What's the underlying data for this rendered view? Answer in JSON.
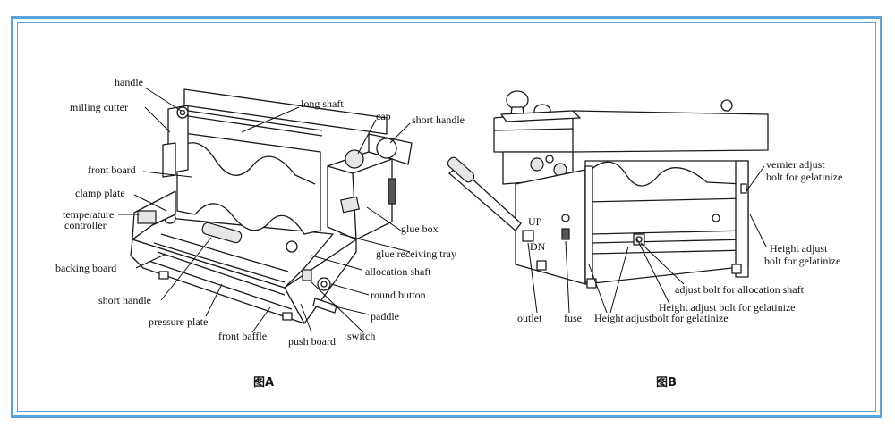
{
  "diagram_a": {
    "caption": "图A",
    "labels": {
      "handle": "handle",
      "milling_cutter": "milling cutter",
      "long_shaft": "long shaft",
      "cap": "cap",
      "short_handle_top": "short handle",
      "front_board": "front board",
      "clamp_plate": "clamp plate",
      "temperature": "temperature",
      "controller": "controller",
      "glue_box": "glue box",
      "glue_receiving_tray": "glue receiving tray",
      "backing_board": "backing board",
      "allocation_shaft": "allocation shaft",
      "short_handle_bottom": "short handle",
      "round_button": "round button",
      "pressure_plate": "pressure plate",
      "paddle": "paddle",
      "front_baffle": "front baffle",
      "push_board": "push board",
      "switch": "switch"
    }
  },
  "diagram_b": {
    "caption": "图B",
    "labels": {
      "vernier_1": "vernier adjust",
      "vernier_2": "bolt for gelatinize",
      "height_right_1": "Height adjust",
      "height_right_2": "bolt for gelatinize",
      "up": "UP",
      "dn": "DN",
      "adjust_allocation": "adjust bolt for allocation shaft",
      "height_adjust_gel": "Height adjust bolt for gelatinize",
      "outlet": "outlet",
      "fuse": "fuse",
      "height_adjustbolt": "Height adjustbolt for gelatinize"
    }
  },
  "colors": {
    "frame": "#5aa2d8",
    "ink": "#111111"
  }
}
